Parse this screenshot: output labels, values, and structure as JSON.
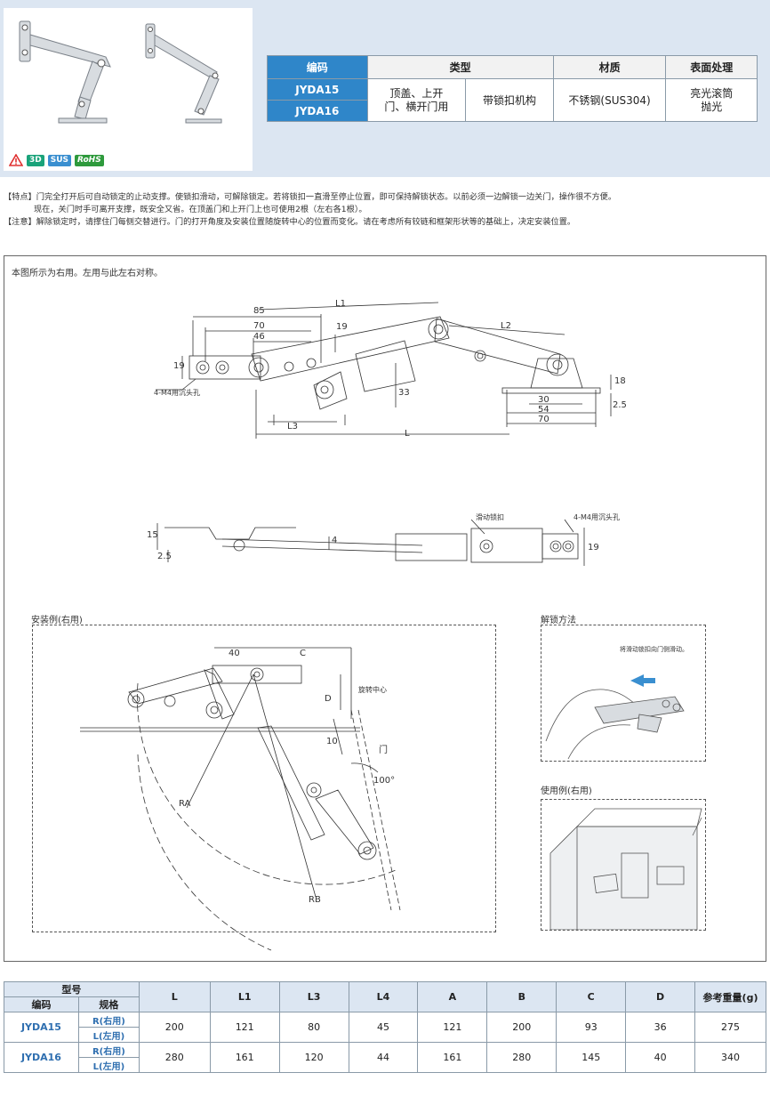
{
  "colors": {
    "band": "#dce6f2",
    "accent": "#2f86c9",
    "warning": "#e03030"
  },
  "icons": {
    "warning": "warning-triangle-icon"
  },
  "badges": {
    "b3d": "3D",
    "sus": "SUS",
    "rohs": "RoHS"
  },
  "spec_table": {
    "headers": {
      "code": "编码",
      "type": "类型",
      "material": "材质",
      "finish": "表面处理"
    },
    "codes": [
      "JYDA15",
      "JYDA16"
    ],
    "type_use": "顶盖、上开门、横开门用",
    "type_mech": "带锁扣机构",
    "material": "不锈钢(SUS304)",
    "finish": "亮光滚筒抛光"
  },
  "notes": {
    "feature_1": "【特点】门完全打开后可自动锁定的止动支撑。使锁扣滑动，可解除锁定。若将锁扣一直滑至停止位置，即可保持解锁状态。以前必须一边解锁一边关门，操作很不方便。",
    "feature_2": "现在，关门时手可离开支撑，既安全又省。在顶盖门和上开门上也可使用2根（左右各1根）。",
    "caution": "【注意】解除锁定时，请撑住门每侧交替进行。门的打开角度及安装位置随旋转中心的位置而变化。请在考虑所有铰链和框架形状等的基础上，决定安装位置。"
  },
  "drawing": {
    "note": "本图所示为右用。左用与此左右对称。",
    "dims": {
      "d85": "85",
      "d70": "70",
      "d46": "46",
      "d19a": "19",
      "d19b": "19",
      "d33": "33",
      "L1": "L1",
      "L2": "L2",
      "L3": "L3",
      "L": "L",
      "d18": "18",
      "d2_5": "2.5",
      "d30": "30",
      "d54": "54",
      "d70b": "70",
      "d15": "15",
      "d2_5b": "2.5",
      "d4": "4",
      "d19c": "19",
      "d40": "40",
      "C": "C",
      "D": "D",
      "d10": "10",
      "d100": "100°",
      "RA": "RA",
      "RB": "RB"
    },
    "hole_label": "4-M4用沉头孔",
    "hole_label_2": "4-M4用沉头孔",
    "slide_lock": "滑动锁扣",
    "install_title": "安装例(右用)",
    "rotation_center": "旋转中心",
    "door": "门",
    "unlock_title": "解锁方法",
    "unlock_caption": "将滑动锁扣向门侧滑动。",
    "usage_title": "使用例(右用)"
  },
  "data_table": {
    "headers": {
      "model": "型号",
      "code": "编码",
      "spec": "规格",
      "L": "L",
      "L1": "L1",
      "L3": "L3",
      "L4": "L4",
      "A": "A",
      "B": "B",
      "C": "C",
      "D": "D",
      "weight": "参考重量(g)"
    },
    "rows": [
      {
        "code": "JYDA15",
        "r": "R(右用)",
        "l": "L(左用)",
        "L": "200",
        "L1": "121",
        "L3": "80",
        "L4": "45",
        "A": "121",
        "B": "200",
        "C": "93",
        "D": "36",
        "weight": "275"
      },
      {
        "code": "JYDA16",
        "r": "R(右用)",
        "l": "L(左用)",
        "L": "280",
        "L1": "161",
        "L3": "120",
        "L4": "44",
        "A": "161",
        "B": "280",
        "C": "145",
        "D": "40",
        "weight": "340"
      }
    ]
  }
}
